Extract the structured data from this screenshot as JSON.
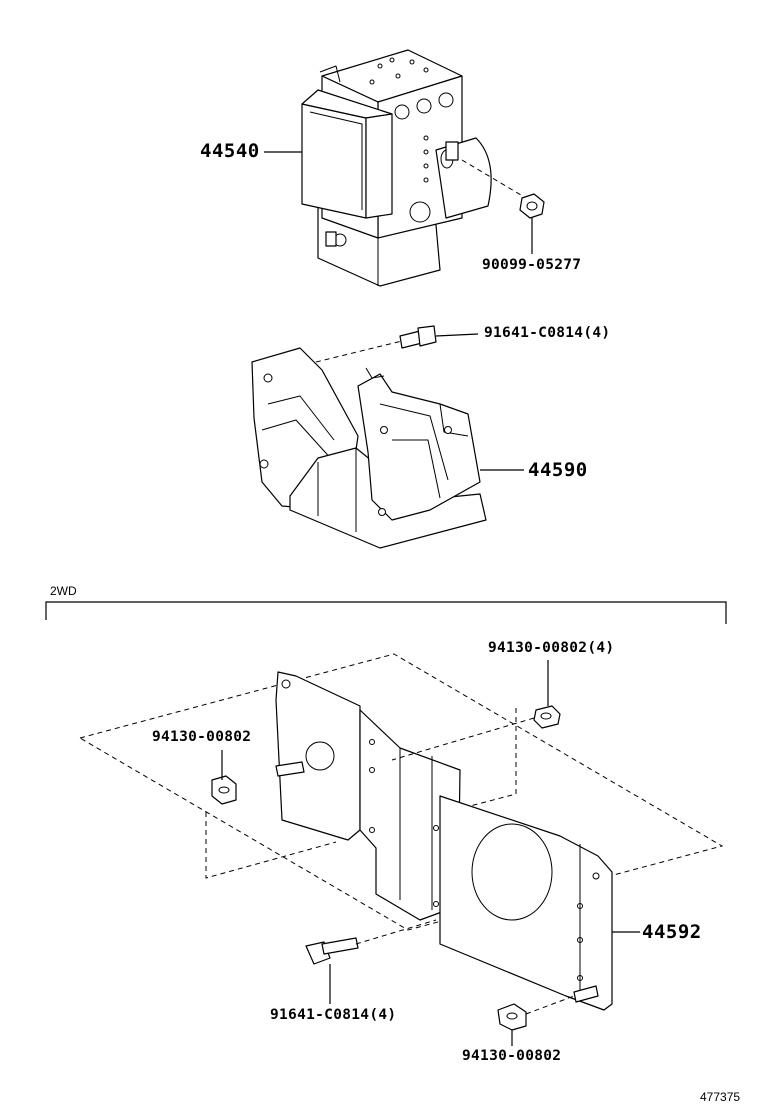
{
  "parts": {
    "abs_actuator": "44540",
    "actuator_nut": "90099-05277",
    "bracket_bolt": "91641-C0814(4)",
    "actuator_bracket": "44590",
    "bracket_2wd": "44592",
    "nut_right": "94130-00802(4)",
    "nut_left": "94130-00802",
    "bolt_lower": "91641-C0814(4)",
    "nut_lower": "94130-00802"
  },
  "variant_label": "2WD",
  "diagram_number": "477375"
}
